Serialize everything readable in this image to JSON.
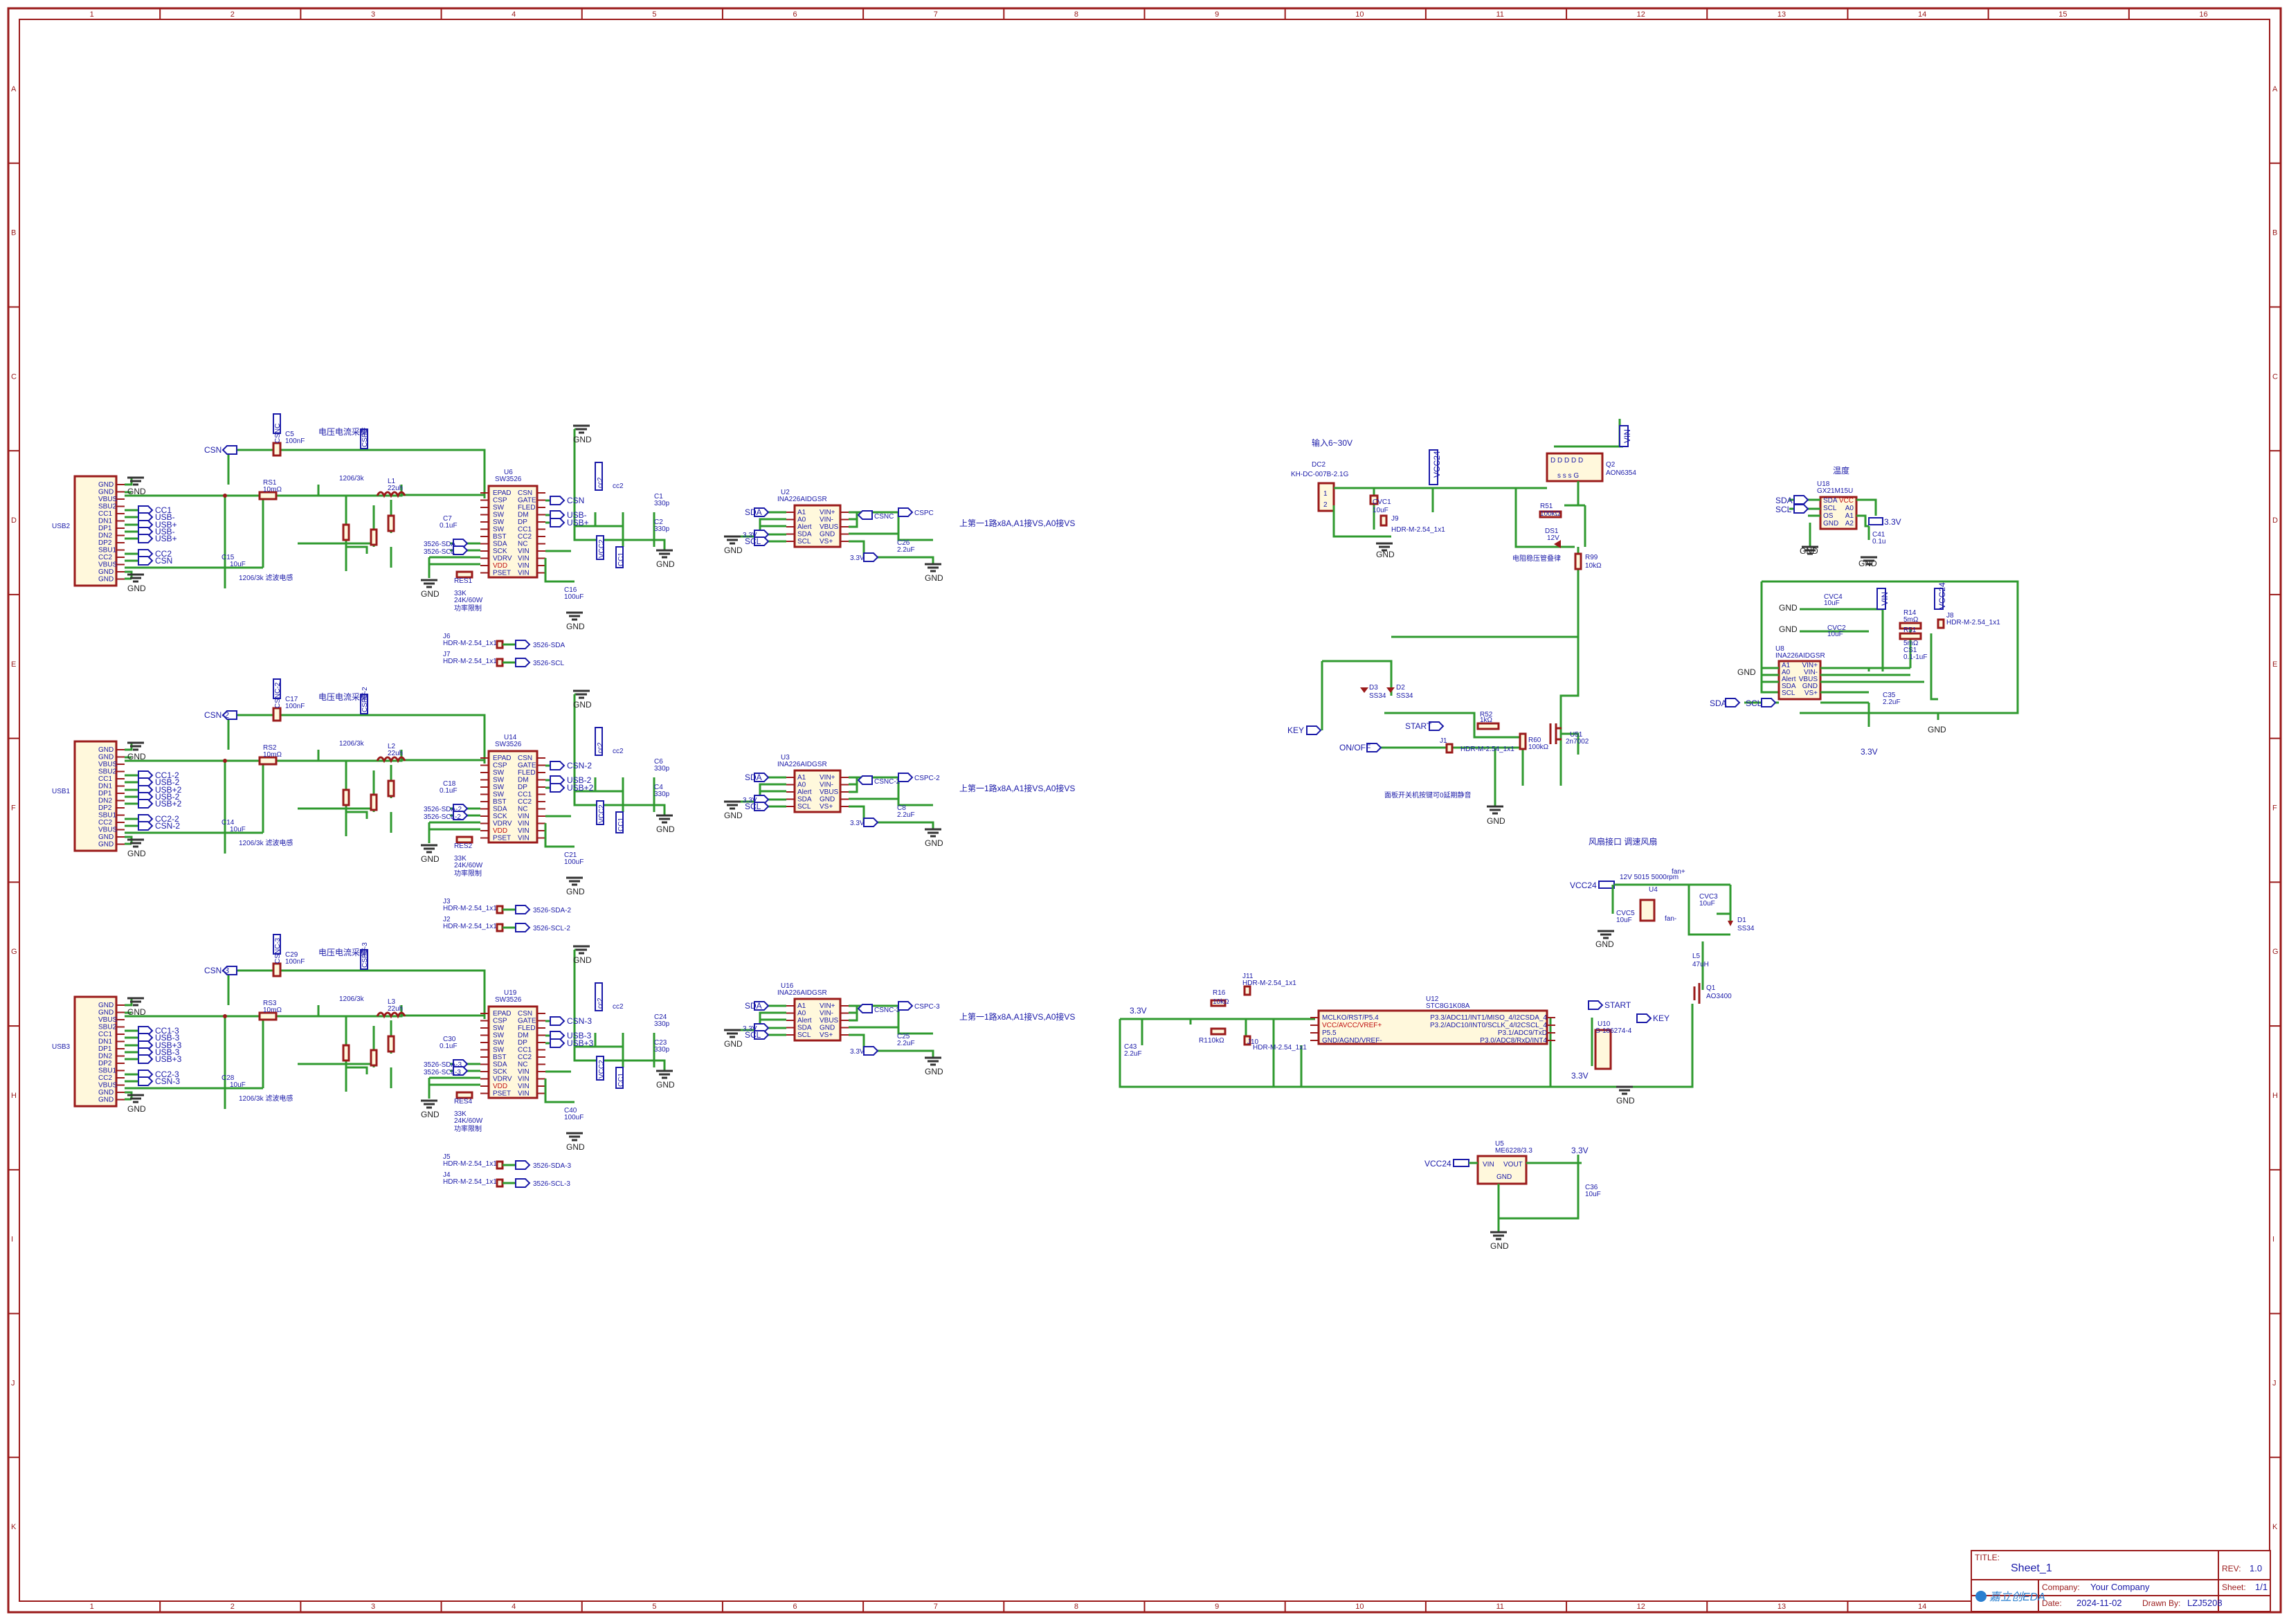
{
  "frame": {
    "cols": [
      "1",
      "2",
      "3",
      "4",
      "5",
      "6",
      "7",
      "8",
      "9",
      "10",
      "11",
      "12",
      "13",
      "14",
      "15",
      "16"
    ],
    "rows": [
      "A",
      "B",
      "C",
      "D",
      "E",
      "F",
      "G",
      "H",
      "I",
      "J",
      "K"
    ]
  },
  "title_block": {
    "title_label": "TITLE:",
    "title": "Sheet_1",
    "rev_label": "REV:",
    "rev": "1.0",
    "company_label": "Company:",
    "company": "Your Company",
    "sheet_label": "Sheet:",
    "sheet": "1/1",
    "date_label": "Date:",
    "date": "2024-11-02",
    "drawn_label": "Drawn By:",
    "drawn": "LZJ5208",
    "logo": "嘉立创EDA"
  },
  "usb_blocks": [
    {
      "conn": "USB2",
      "pins": [
        "GND",
        "GND",
        "VBUS",
        "SBU2",
        "CC1",
        "DN1",
        "DP1",
        "DN2",
        "DP2",
        "SBU1",
        "CC2",
        "VBUS",
        "GND",
        "GND"
      ],
      "nets": [
        "CC1",
        "USB-",
        "USB+",
        "USB-",
        "USB+",
        "CC2",
        "CSN"
      ],
      "gnd1": "GND",
      "gnd2": "GND",
      "csn": "CSN",
      "csnc": "CSNC",
      "cspc": "CSPC",
      "c_top": "C5",
      "c_top_v": "100nF",
      "r_sense": "RS1",
      "r_sense_v": "10mΩ",
      "sense_note": "电压电流采集",
      "l": "L1",
      "l_v": "22uh",
      "l_pkg": "1206/3k",
      "c_in": "C15",
      "c_in_v": "10uF",
      "ic": "U6",
      "ic_v": "SW3526",
      "ic_pins": [
        "EPAD",
        "CSP",
        "SW",
        "SW",
        "SW",
        "SW",
        "BST",
        "SDA",
        "SCK",
        "VDRV",
        "VDD",
        "PSET"
      ],
      "ic_pins_r": [
        "CSN",
        "GATE",
        "FLED",
        "DM",
        "DP",
        "CC1",
        "CC2",
        "NC",
        "VIN",
        "VIN",
        "VIN",
        "VIN"
      ],
      "c_bst": "C7",
      "c_bst_v": "0.1uF",
      "sda": "3526-SDA",
      "scl": "3526-SCL",
      "res": "RES1",
      "res_v": "33K",
      "power_note": "24K/60W",
      "power_note2": "功率限制",
      "c_vdd": "C16",
      "c_vdd_v": "100uF",
      "c_out1": "C1",
      "c_out1_v": "330p",
      "c_out2": "C2",
      "c_out2_v": "330p",
      "cc": "cc2",
      "vcc": "VCC2",
      "cc1": "CC1",
      "note": "1206/3k 滤波电感",
      "hdr1": "J6",
      "hdr1_v": "HDR-M-2.54_1x1",
      "hdr1_net": "3526-SDA",
      "hdr2": "J7",
      "hdr2_v": "HDR-M-2.54_1x1",
      "hdr2_net": "3526-SCL",
      "gnd_mid": "GND",
      "gnd_top": "GND",
      "gnd_bot": "GND",
      "gnd_out": "GND",
      "ina": "U2",
      "ina_v": "INA226AIDGSR",
      "ina_pins": [
        "A1",
        "A0",
        "Alert",
        "SDA",
        "SCL"
      ],
      "ina_pins_r": [
        "VIN+",
        "VIN-",
        "VBUS",
        "GND",
        "VS+"
      ],
      "ina_sda": "SDA",
      "ina_scl": "SCL",
      "ina_33": "3.3V",
      "ina_csnc": "CSNC",
      "ina_cspc": "CSPC",
      "ina_c": "C26",
      "ina_c_v": "2.2uF",
      "ina_33b": "3.3V",
      "ina_gnd": "GND",
      "ina_gnd2": "GND",
      "ina_note": "上第一1路x8A,A1接VS,A0接VS"
    },
    {
      "conn": "USB1",
      "pins": [
        "GND",
        "GND",
        "VBUS",
        "SBU2",
        "CC1",
        "DN1",
        "DP1",
        "DN2",
        "DP2",
        "SBU1",
        "CC2",
        "VBUS",
        "GND",
        "GND"
      ],
      "nets": [
        "CC1-2",
        "USB-2",
        "USB+2",
        "USB-2",
        "USB+2",
        "CC2-2",
        "CSN-2"
      ],
      "gnd1": "GND",
      "gnd2": "GND",
      "csn": "CSN-2",
      "csnc": "CSNC-2",
      "cspc": "CSPC-2",
      "c_top": "C17",
      "c_top_v": "100nF",
      "r_sense": "RS2",
      "r_sense_v": "10mΩ",
      "sense_note": "电压电流采集",
      "l": "L2",
      "l_v": "22uh",
      "l_pkg": "1206/3k",
      "c_in": "C14",
      "c_in_v": "10uF",
      "ic": "U14",
      "ic_v": "SW3526",
      "ic_pins": [
        "EPAD",
        "CSP",
        "SW",
        "SW",
        "SW",
        "SW",
        "BST",
        "SDA",
        "SCK",
        "VDRV",
        "VDD",
        "PSET"
      ],
      "ic_pins_r": [
        "CSN",
        "GATE",
        "FLED",
        "DM",
        "DP",
        "CC1",
        "CC2",
        "NC",
        "VIN",
        "VIN",
        "VIN",
        "VIN"
      ],
      "c_bst": "C18",
      "c_bst_v": "0.1uF",
      "sda": "3526-SDA-2",
      "scl": "3526-SCL-2",
      "res": "RES2",
      "res_v": "33K",
      "power_note": "24K/60W",
      "power_note2": "功率限制",
      "c_vdd": "C21",
      "c_vdd_v": "100uF",
      "c_out1": "C6",
      "c_out1_v": "330p",
      "c_out2": "C4",
      "c_out2_v": "330p",
      "cc": "cc2",
      "vcc": "VCC2",
      "cc1": "CC1",
      "note": "1206/3k 滤波电感",
      "hdr1": "J3",
      "hdr1_v": "HDR-M-2.54_1x1",
      "hdr1_net": "3526-SDA-2",
      "hdr2": "J2",
      "hdr2_v": "HDR-M-2.54_1x1",
      "hdr2_net": "3526-SCL-2",
      "gnd_mid": "GND",
      "gnd_top": "GND",
      "gnd_bot": "GND",
      "gnd_out": "GND",
      "ina": "U3",
      "ina_v": "INA226AIDGSR",
      "ina_pins": [
        "A1",
        "A0",
        "Alert",
        "SDA",
        "SCL"
      ],
      "ina_pins_r": [
        "VIN+",
        "VIN-",
        "VBUS",
        "GND",
        "VS+"
      ],
      "ina_sda": "SDA",
      "ina_scl": "SCL",
      "ina_33": "3.3V",
      "ina_csnc": "CSNC-2",
      "ina_cspc": "CSPC-2",
      "ina_c": "C8",
      "ina_c_v": "2.2uF",
      "ina_33b": "3.3V",
      "ina_gnd": "GND",
      "ina_gnd2": "GND",
      "ina_note": "上第一1路x8A,A1接VS,A0接VS"
    },
    {
      "conn": "USB3",
      "pins": [
        "GND",
        "GND",
        "VBUS",
        "SBU2",
        "CC1",
        "DN1",
        "DP1",
        "DN2",
        "DP2",
        "SBU1",
        "CC2",
        "VBUS",
        "GND",
        "GND"
      ],
      "nets": [
        "CC1-3",
        "USB-3",
        "USB+3",
        "USB-3",
        "USB+3",
        "CC2-3",
        "CSN-3"
      ],
      "gnd1": "GND",
      "gnd2": "GND",
      "csn": "CSN-3",
      "csnc": "CSNC-3",
      "cspc": "CSPC-3",
      "c_top": "C29",
      "c_top_v": "100nF",
      "r_sense": "RS3",
      "r_sense_v": "10mΩ",
      "sense_note": "电压电流采集",
      "l": "L3",
      "l_v": "22uh",
      "l_pkg": "1206/3k",
      "c_in": "C28",
      "c_in_v": "10uF",
      "ic": "U19",
      "ic_v": "SW3526",
      "ic_pins": [
        "EPAD",
        "CSP",
        "SW",
        "SW",
        "SW",
        "SW",
        "BST",
        "SDA",
        "SCK",
        "VDRV",
        "VDD",
        "PSET"
      ],
      "ic_pins_r": [
        "CSN",
        "GATE",
        "FLED",
        "DM",
        "DP",
        "CC1",
        "CC2",
        "NC",
        "VIN",
        "VIN",
        "VIN",
        "VIN"
      ],
      "c_bst": "C30",
      "c_bst_v": "0.1uF",
      "sda": "3526-SDA-3",
      "scl": "3526-SCL-3",
      "res": "RES4",
      "res_v": "33K",
      "power_note": "24K/60W",
      "power_note2": "功率限制",
      "c_vdd": "C40",
      "c_vdd_v": "100uF",
      "c_out1": "C24",
      "c_out1_v": "330p",
      "c_out2": "C23",
      "c_out2_v": "330p",
      "cc": "cc2",
      "vcc": "VCC2",
      "cc1": "CC1",
      "note": "1206/3k 滤波电感",
      "hdr1": "J5",
      "hdr1_v": "HDR-M-2.54_1x1",
      "hdr1_net": "3526-SDA-3",
      "hdr2": "J4",
      "hdr2_v": "HDR-M-2.54_1x1",
      "hdr2_net": "3526-SCL-3",
      "gnd_mid": "GND",
      "gnd_top": "GND",
      "gnd_bot": "GND",
      "gnd_out": "GND",
      "ina": "U16",
      "ina_v": "INA226AIDGSR",
      "ina_pins": [
        "A1",
        "A0",
        "Alert",
        "SDA",
        "SCL"
      ],
      "ina_pins_r": [
        "VIN+",
        "VIN-",
        "VBUS",
        "GND",
        "VS+"
      ],
      "ina_sda": "SDA",
      "ina_scl": "SCL",
      "ina_33": "3.3V",
      "ina_csnc": "CSNC-3",
      "ina_cspc": "CSPC-3",
      "ina_c": "C25",
      "ina_c_v": "2.2uF",
      "ina_33b": "3.3V",
      "ina_gnd": "GND",
      "ina_gnd2": "GND",
      "ina_note": "上第一1路x8A,A1接VS,A0接VS"
    }
  ],
  "power_in": {
    "note": "输入6~30V",
    "dc": "DC2",
    "dc_v": "KH-DC-007B-2.1G",
    "vcc": "VCC24",
    "cvc": "CVC1",
    "cvc_v": "10uF",
    "j": "J9",
    "j_v": "HDR-M-2.54_1x1",
    "gnd": "GND",
    "q": "Q2",
    "q_v": "AON6354",
    "vin": "VIN",
    "r51": "R51",
    "r51_v": "100kΩ",
    "ds": "DS1",
    "ds_v": "12V",
    "r99": "R99",
    "r99_v": "10kΩ",
    "mos_note": "电阻稳压管叠律",
    "d3": "D3",
    "d3_v": "SS34",
    "d2": "D2",
    "d2_v": "SS34",
    "key": "KEY",
    "start": "START",
    "r52": "R52",
    "r52_v": "1kΩ",
    "onoff": "ON/OFF",
    "j1": "J1",
    "j1_v": "HDR-M-2.54_1x1",
    "r60": "R60",
    "r60_v": "100kΩ",
    "q51": "U51",
    "q51_v": "2n7002",
    "gnd2": "GND",
    "switch_note": "面板开关机按键可0延期静音"
  },
  "temp": {
    "note": "温度",
    "u": "U18",
    "u_v": "GX21M15U",
    "pins": [
      "SDA",
      "SCL",
      "OS",
      "GND"
    ],
    "pins_r": [
      "VCC",
      "A0",
      "A1",
      "A2"
    ],
    "sda": "SDA",
    "scl": "SCL",
    "v33": "3.3V",
    "c": "C41",
    "c_v": "0.1u",
    "gnd": "GND",
    "gnd2": "GND"
  },
  "ina_main": {
    "u": "U8",
    "u_v": "INA226AIDGSR",
    "pins": [
      "A1",
      "A0",
      "Alert",
      "SDA",
      "SCL"
    ],
    "pins_r": [
      "VIN+",
      "VIN-",
      "VBUS",
      "GND",
      "VS+"
    ],
    "cvc4": "CVC4",
    "cvc4_v": "10uF",
    "cvc2": "CVC2",
    "cvc2_v": "10uF",
    "vin": "VIN",
    "vcc24": "VCC24",
    "r14": "R14",
    "r14_v": "5mΩ",
    "r51m": "R51",
    "r51m_v": "5mΩ",
    "j8": "J8",
    "j8_v": "HDR-M-2.54_1x1",
    "cs1": "CS1",
    "cs1_v": "0.1-1uF",
    "c35": "C35",
    "c35_v": "2.2uF",
    "gnd": "GND",
    "gnd2": "GND",
    "gnd3": "GND",
    "gnd4": "GND",
    "sda": "SDA",
    "scl": "SCL",
    "v33": "3.3V"
  },
  "fan": {
    "note": "风扇接口 调速风扇",
    "vcc": "VCC24",
    "fan_v": "12V 5015 5000rpm",
    "u4": "U4",
    "fan": "fan+",
    "fanm": "fan-",
    "cvc5": "CVC5",
    "cvc5_v": "10uF",
    "cvc3": "CVC3",
    "cvc3_v": "10uF",
    "d1": "D1",
    "d1_v": "SS34",
    "l5": "L5",
    "l5_v": "47uH",
    "q1": "Q1",
    "q1_v": "AO3400",
    "gnd": "GND"
  },
  "mcu": {
    "v33": "3.3V",
    "c43": "C43",
    "c43_v": "2.2uF",
    "r16": "R16",
    "r16_v": "10kΩ",
    "r1": "R1",
    "r1_v": "10kΩ",
    "j11": "J11",
    "j11_v": "HDR-M-2.54_1x1",
    "j10": "J10",
    "j10_v": "HDR-M-2.54_1x1",
    "u": "U12",
    "u_v": "STC8G1K08A",
    "pins_l": [
      "MCLKO/RST/P5.4",
      "VCC/AVCC/VREF+",
      "P5.5",
      "GND/AGND/VREF-"
    ],
    "pins_r": [
      "P3.3/ADC11/INT1/MISO_4/I2CSDA_4",
      "P3.2/ADC10/INT0/SCLK_4/I2CSCL_4",
      "P3.1/ADC9/TxD",
      "P3.0/ADC8/RxD/INT4"
    ],
    "start": "START",
    "key": "KEY",
    "u10": "U10",
    "u10_v": "S-186274-4",
    "gnd": "GND",
    "v33b": "3.3V"
  },
  "ldo": {
    "vcc": "VCC24",
    "u": "U5",
    "u_v": "ME6228/3.3",
    "pins": [
      "VIN",
      "GND",
      "VOUT"
    ],
    "v33": "3.3V",
    "c36": "C36",
    "c36_v": "10uF",
    "gnd": "GND"
  }
}
